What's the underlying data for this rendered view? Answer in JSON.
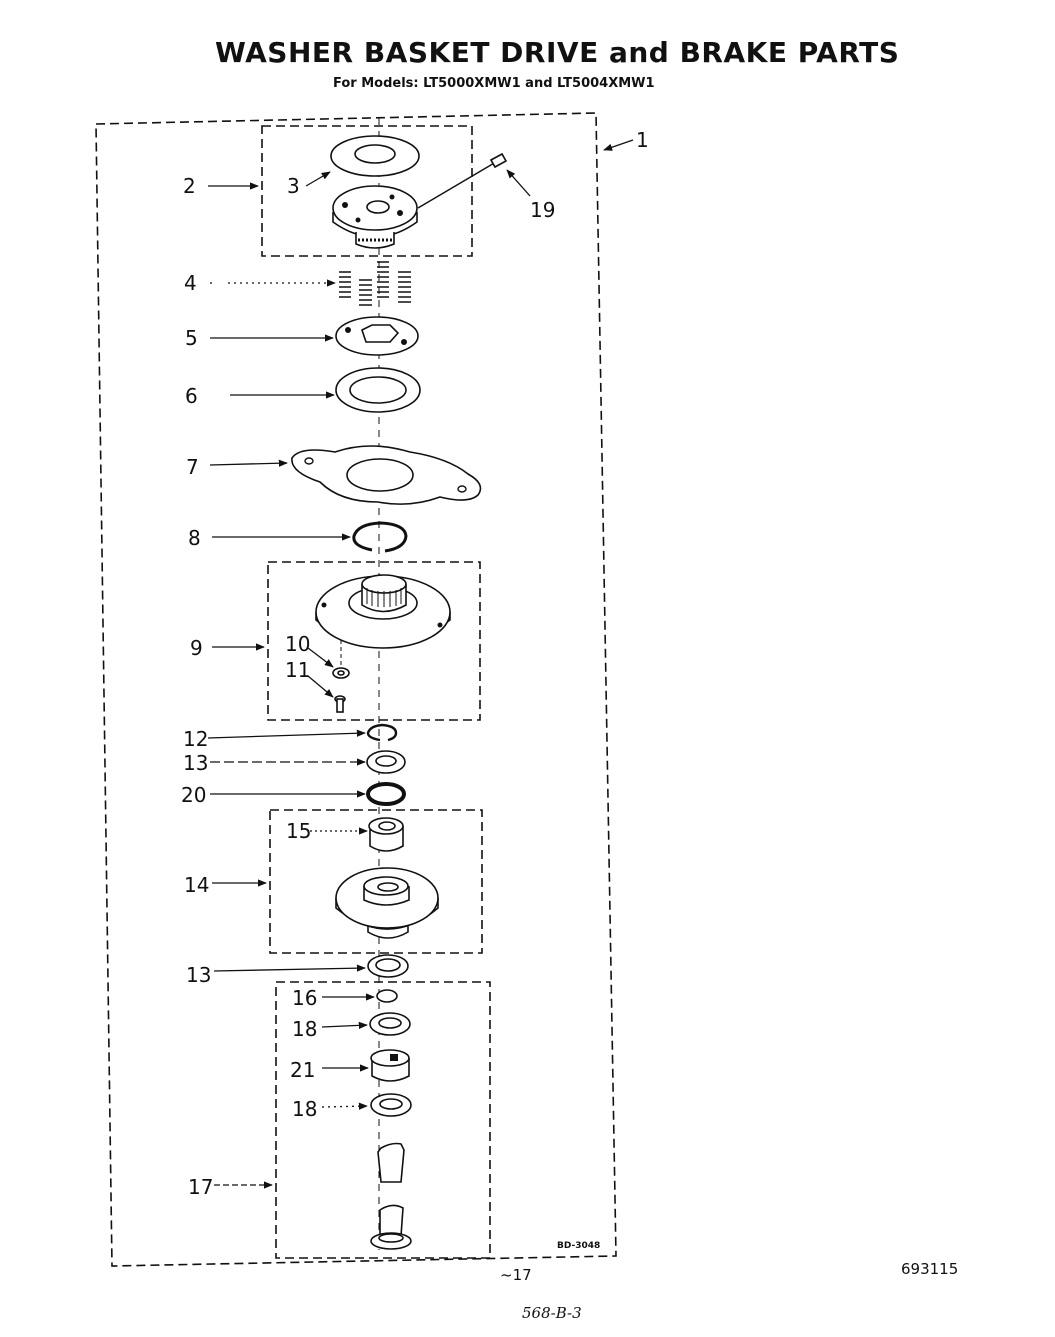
{
  "title": "WASHER BASKET DRIVE and BRAKE PARTS",
  "subtitle": "For Models: LT5000XMW1 and LT5004XMW1",
  "callouts": {
    "c1": "1",
    "c2": "2",
    "c3": "3",
    "c4": "4",
    "c5": "5",
    "c6": "6",
    "c7": "7",
    "c8": "8",
    "c9": "9",
    "c10": "10",
    "c11": "11",
    "c12": "12",
    "c13a": "13",
    "c20": "20",
    "c15": "15",
    "c14": "14",
    "c13b": "13",
    "c16": "16",
    "c18a": "18",
    "c21": "21",
    "c18b": "18",
    "c17": "17",
    "c19": "19",
    "c17b": "~17"
  },
  "drawing_code": "BD-3048",
  "part_number": "693115",
  "handwritten_note": "568-B-3"
}
